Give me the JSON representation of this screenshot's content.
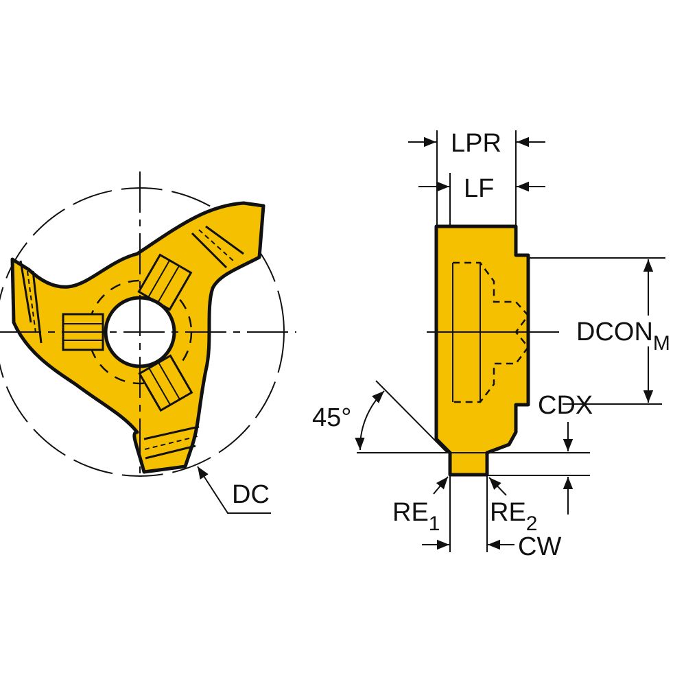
{
  "diagram": {
    "title": "Insert dimension drawing",
    "colors": {
      "insert_fill": "#f5c000",
      "outline": "#111111",
      "background": "#ffffff"
    },
    "front_view": {
      "labels": {
        "dc": "DC"
      }
    },
    "side_view": {
      "labels": {
        "lpr": "LPR",
        "lf": "LF",
        "dcon": "DCON",
        "dcon_sub": "M",
        "cdx": "CDX",
        "angle": "45°",
        "re1": "RE",
        "re1_sub": "1",
        "re2": "RE",
        "re2_sub": "2",
        "cw": "CW"
      }
    }
  }
}
